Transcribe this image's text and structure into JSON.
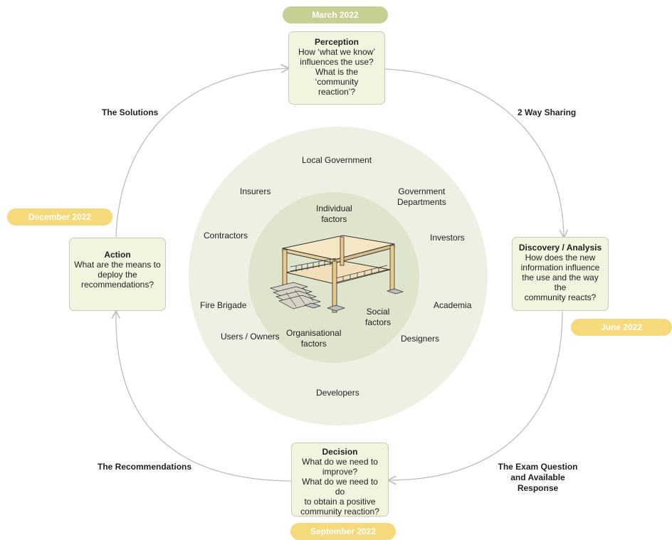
{
  "colors": {
    "outer_ring": "#eef0e4",
    "inner_ring": "#dfe5cc",
    "box_fill": "#f3f4df",
    "box_border": "#c9cbb4",
    "pill_green": "#c8cf92",
    "pill_yellow": "#f6d97a",
    "cycle_line": "#bdbdbd"
  },
  "dates": {
    "march": "March 2022",
    "june": "June 2022",
    "september": "September 2022",
    "december": "December 2022"
  },
  "stages": {
    "perception": {
      "title": "Perception",
      "body": "How ‘what we know’\ninfluences the use?\nWhat is the ‘community\nreaction’?"
    },
    "discovery": {
      "title": "Discovery / Analysis",
      "body": "How does the new\ninformation influence\nthe use and the way the\ncommunity reacts?"
    },
    "decision": {
      "title": "Decision",
      "body": "What do we need to\nimprove?\nWhat do we need to do\nto obtain a positive\ncommunity reaction?"
    },
    "action": {
      "title": "Action",
      "body": "What are the means to\ndeploy the\nrecommendations?"
    }
  },
  "transitions": {
    "sharing": "2 Way Sharing",
    "exam": "The Exam Question\nand Available\nResponse",
    "recommendations": "The Recommendations",
    "solutions": "The Solutions"
  },
  "stakeholders": {
    "local_government": "Local Government",
    "insurers": "Insurers",
    "government_departments": "Government\nDepartments",
    "contractors": "Contractors",
    "investors": "Investors",
    "fire_brigade": "Fire Brigade",
    "academia": "Academia",
    "users_owners": "Users / Owners",
    "designers": "Designers",
    "developers": "Developers"
  },
  "factors": {
    "individual": "Individual\nfactors",
    "social": "Social\nfactors",
    "organisational": "Organisational\nfactors"
  }
}
